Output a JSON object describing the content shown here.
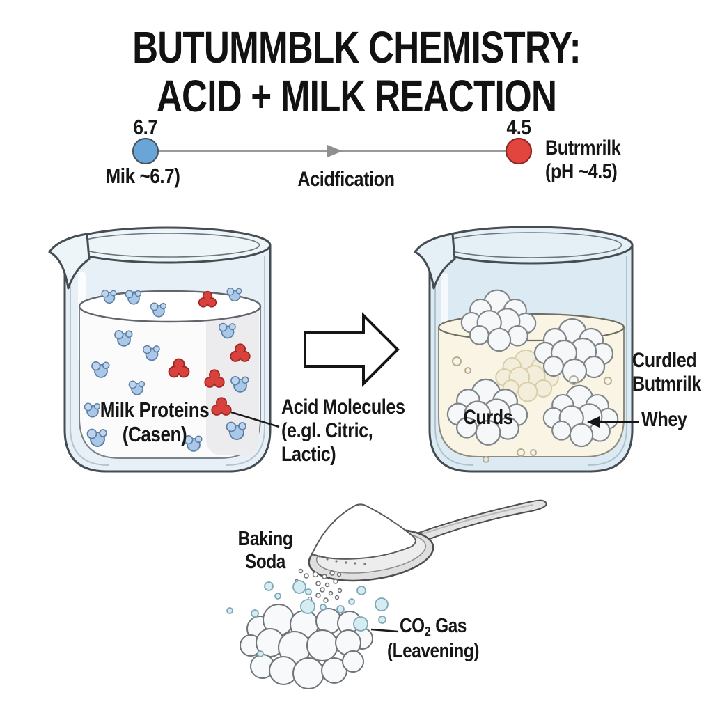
{
  "title": {
    "line1": "BUTUMMBLK CHEMISTRY:",
    "line2": "ACID + MILK REACTION"
  },
  "ph_scale": {
    "start_value": "6.7",
    "start_label": "Mik ~6.7)",
    "process_label": "Acidfication",
    "end_value": "4.5",
    "end_label_line1": "Butrmrilk",
    "end_label_line2": "(pH ~4.5)",
    "start_color": "#6aa5d8",
    "end_color": "#e2443e"
  },
  "left_beaker": {
    "milk_label_line1": "Milk Proteins",
    "milk_label_line2": "(Casen)",
    "acid_label_line1": "Acid Molecules",
    "acid_label_line2": "(e.gl. Citric,",
    "acid_label_line3": "Lactic)"
  },
  "right_beaker": {
    "curds_label": "Curds",
    "curdled_label_line1": "Curdled",
    "curdled_label_line2": "Butmrilk",
    "whey_label": "Whey"
  },
  "baking": {
    "label_line1": "Baking",
    "label_line2": "Soda",
    "co2_prefix": "CO",
    "co2_sub": "2",
    "co2_suffix": " Gas",
    "co2_line2": "(Leavening)"
  },
  "colors": {
    "protein_blue": "#a9c8e8",
    "acid_red": "#d9423c",
    "milk_white": "#fbfbfc",
    "buttermilk_cream": "#f9f4e3",
    "glass_blue": "#e7f0f6"
  }
}
